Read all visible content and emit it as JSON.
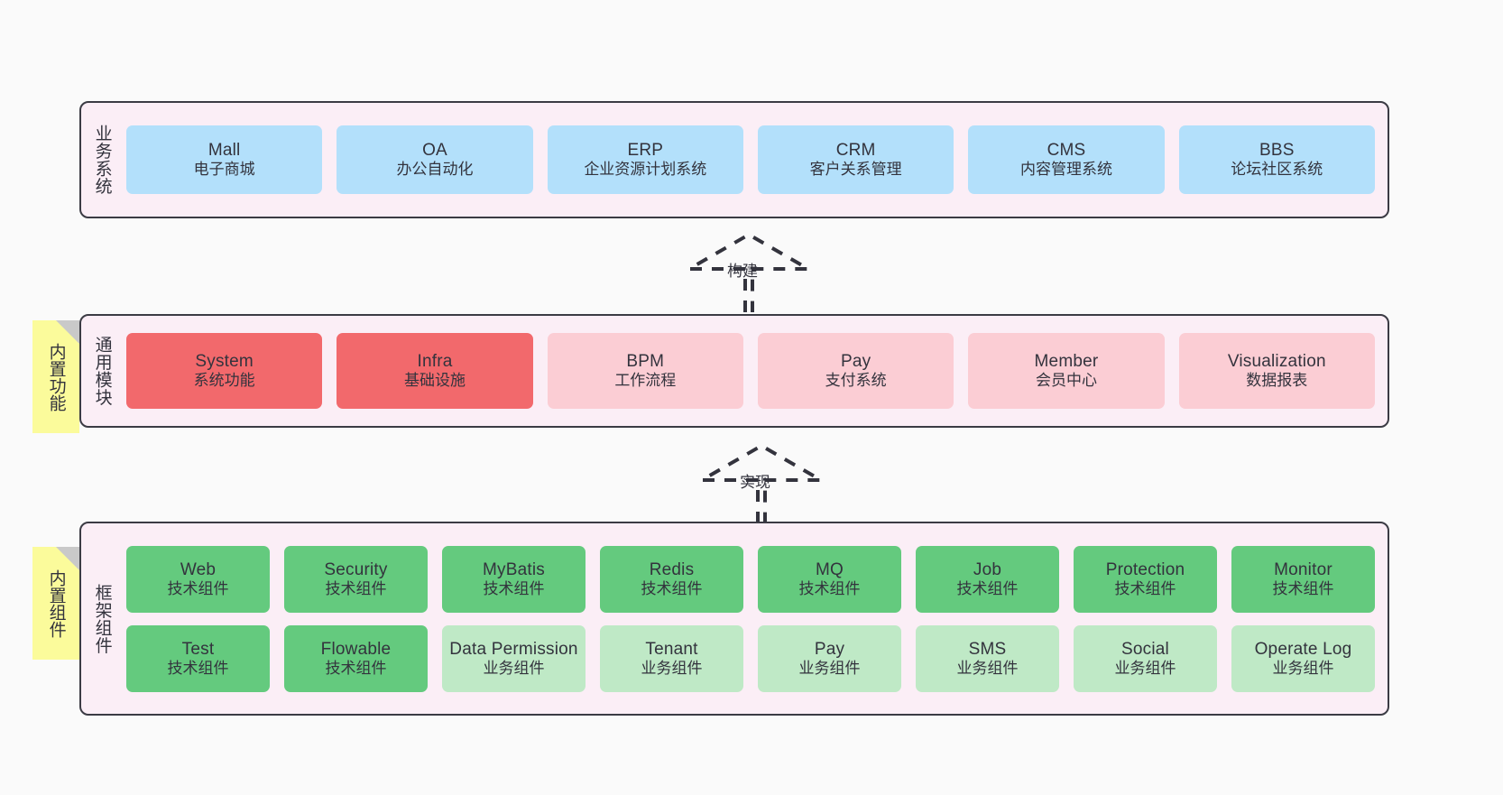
{
  "diagram": {
    "background": "#fafafa",
    "layers": [
      {
        "id": "business",
        "title": "业务系统",
        "band_color": "#fbeef6",
        "node_color": "#b3e0fb",
        "nodes": [
          {
            "name": "Mall",
            "desc": "电子商城"
          },
          {
            "name": "OA",
            "desc": "办公自动化"
          },
          {
            "name": "ERP",
            "desc": "企业资源计划系统"
          },
          {
            "name": "CRM",
            "desc": "客户关系管理"
          },
          {
            "name": "CMS",
            "desc": "内容管理系统"
          },
          {
            "name": "BBS",
            "desc": "论坛社区系统"
          }
        ]
      },
      {
        "id": "modules",
        "title": "通用模块",
        "sticky": "内置功能",
        "band_color": "#fbeef6",
        "node_color_strong": "#f2696c",
        "node_color_soft": "#fbcdd4",
        "nodes": [
          {
            "name": "System",
            "desc": "系统功能",
            "emphasis": "strong"
          },
          {
            "name": "Infra",
            "desc": "基础设施",
            "emphasis": "strong"
          },
          {
            "name": "BPM",
            "desc": "工作流程",
            "emphasis": "soft"
          },
          {
            "name": "Pay",
            "desc": "支付系统",
            "emphasis": "soft"
          },
          {
            "name": "Member",
            "desc": "会员中心",
            "emphasis": "soft"
          },
          {
            "name": "Visualization",
            "desc": "数据报表",
            "emphasis": "soft"
          }
        ]
      },
      {
        "id": "framework",
        "title": "框架组件",
        "sticky": "内置组件",
        "band_color": "#fbeef6",
        "node_color_strong": "#64ca7e",
        "node_color_soft": "#bfe9c6",
        "row1": [
          {
            "name": "Web",
            "desc": "技术组件",
            "emphasis": "strong"
          },
          {
            "name": "Security",
            "desc": "技术组件",
            "emphasis": "strong"
          },
          {
            "name": "MyBatis",
            "desc": "技术组件",
            "emphasis": "strong"
          },
          {
            "name": "Redis",
            "desc": "技术组件",
            "emphasis": "strong"
          },
          {
            "name": "MQ",
            "desc": "技术组件",
            "emphasis": "strong"
          },
          {
            "name": "Job",
            "desc": "技术组件",
            "emphasis": "strong"
          },
          {
            "name": "Protection",
            "desc": "技术组件",
            "emphasis": "strong"
          },
          {
            "name": "Monitor",
            "desc": "技术组件",
            "emphasis": "strong"
          }
        ],
        "row2": [
          {
            "name": "Test",
            "desc": "技术组件",
            "emphasis": "strong"
          },
          {
            "name": "Flowable",
            "desc": "技术组件",
            "emphasis": "strong"
          },
          {
            "name": "Data Permission",
            "desc": "业务组件",
            "emphasis": "soft"
          },
          {
            "name": "Tenant",
            "desc": "业务组件",
            "emphasis": "soft"
          },
          {
            "name": "Pay",
            "desc": "业务组件",
            "emphasis": "soft"
          },
          {
            "name": "SMS",
            "desc": "业务组件",
            "emphasis": "soft"
          },
          {
            "name": "Social",
            "desc": "业务组件",
            "emphasis": "soft"
          },
          {
            "name": "Operate Log",
            "desc": "业务组件",
            "emphasis": "soft"
          }
        ]
      }
    ],
    "connectors": [
      {
        "id": "build",
        "label": "构建",
        "style": "dashed-hollow-triangle",
        "direction": "up"
      },
      {
        "id": "implement",
        "label": "实现",
        "style": "dashed-hollow-triangle",
        "direction": "up"
      }
    ]
  }
}
